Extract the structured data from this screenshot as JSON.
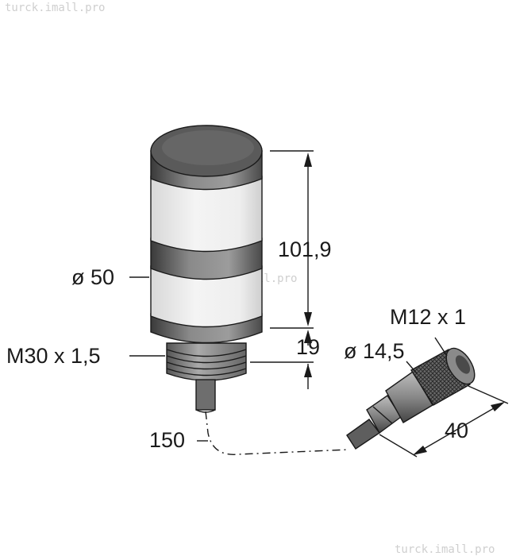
{
  "watermarks": {
    "top": "turck.imall.pro",
    "center": "turck.imall.pro",
    "bottom": "turck.imall.pro"
  },
  "dimensions": {
    "height_total": "101,9",
    "diameter_body": "ø 50",
    "thread_main": "M30 x 1,5",
    "thread_length": "19",
    "cable_length": "150",
    "connector_thread": "M12 x 1",
    "connector_diameter": "ø 14,5",
    "connector_length": "40"
  }
}
